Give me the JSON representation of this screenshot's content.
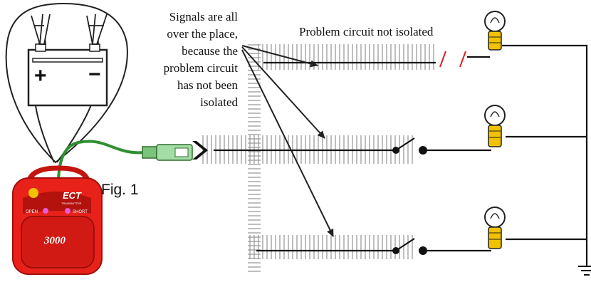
{
  "labels": {
    "signals_note": [
      "Signals are all",
      "over the place,",
      "because the",
      "problem circuit",
      "has not been",
      "isolated"
    ],
    "not_isolated": "Problem circuit not isolated",
    "figure": "Fig. 1"
  },
  "device": {
    "model": "ECT",
    "sub": "TRANSMITTER",
    "open": "OPEN",
    "short": "SHORT",
    "number": "3000"
  },
  "battery": {
    "positive": "+",
    "negative": "−"
  },
  "colors": {
    "device_red": "#e8221b",
    "lead_green": "#2f8f2f",
    "bulb_yellow": "#f2c200",
    "fault_red": "#e02020"
  }
}
